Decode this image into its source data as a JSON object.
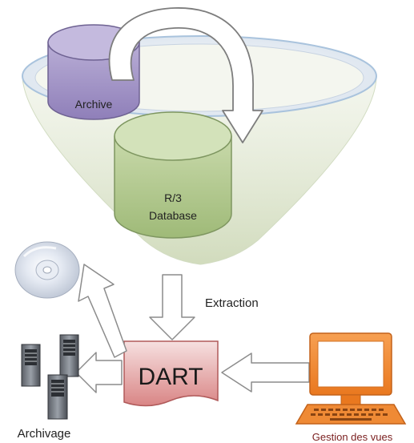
{
  "labels": {
    "archive": "Archive",
    "database_line1": "R/3",
    "database_line2": "Database",
    "extraction": "Extraction",
    "dart": "DART",
    "archivage": "Archivage",
    "gestion": "Gestion des vues"
  },
  "icons": {
    "funnel": "funnel-icon",
    "archive_db": "database-cylinder-icon",
    "r3_db": "database-cylinder-icon",
    "circular_arrow": "circular-arrow-icon",
    "cd": "cd-disc-icon",
    "servers": "server-tower-icon",
    "computer": "desktop-computer-icon",
    "dart_document": "document-icon"
  },
  "colors": {
    "archive_fill": "#a99bc9",
    "database_fill": "#b7cc98",
    "dart_fill": "#d98c8c",
    "funnel_fill": "#e6ecd8",
    "monitor": "#f28a2e",
    "arrow_stroke": "#8c8c8c"
  }
}
